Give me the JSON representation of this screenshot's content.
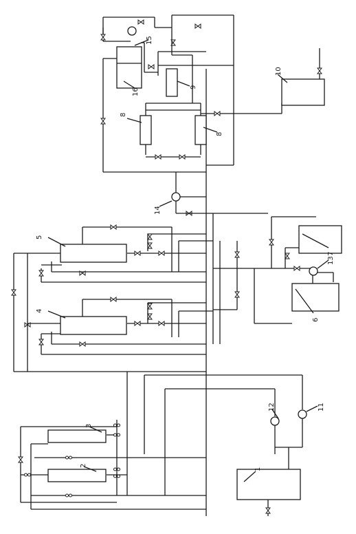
{
  "labels": {
    "l1": "1",
    "l2": "2",
    "l3": "3",
    "l4": "4",
    "l5": "5",
    "l6": "6",
    "l7": "7",
    "l8a": "8",
    "l8b": "8",
    "l9": "9",
    "l10": "10",
    "l11": "11",
    "l12": "12",
    "l13": "13",
    "l14": "14",
    "l15": "15",
    "l16": "16"
  },
  "colors": {
    "line": "#1a1a1a",
    "background": "#ffffff"
  },
  "valve_icon": "bowtie-valve-icon",
  "pump_icon": "circle-pump-icon"
}
